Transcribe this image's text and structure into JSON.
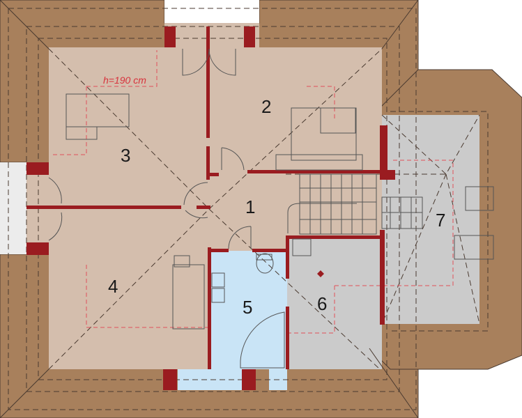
{
  "plan": {
    "height_note": "h=190 cm",
    "rooms": [
      {
        "number": "1"
      },
      {
        "number": "2"
      },
      {
        "number": "3"
      },
      {
        "number": "4"
      },
      {
        "number": "5"
      },
      {
        "number": "6"
      },
      {
        "number": "7"
      }
    ],
    "colors": {
      "roof": "#a8805c",
      "floor": "#d4bead",
      "bathroom": "#c9e4f6",
      "unheated": "#cbcbcb",
      "walls": "#9a1c20",
      "height_line": "#e0505a"
    }
  }
}
